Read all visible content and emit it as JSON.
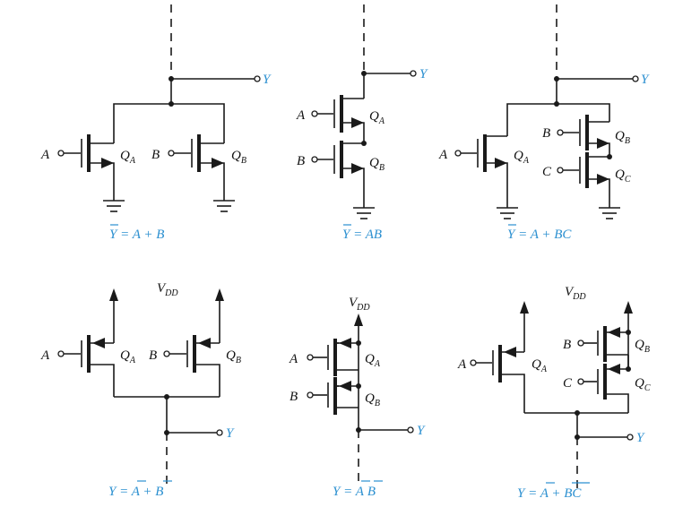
{
  "labels": {
    "A": "A",
    "B": "B",
    "C": "C",
    "Y": "Y",
    "Q": "Q",
    "sub_A": "A",
    "sub_B": "B",
    "sub_C": "C",
    "V": "V",
    "sub_DD": "DD"
  },
  "equations": {
    "c1": {
      "lhs": "Y",
      "rhs": " = A + B"
    },
    "c2": {
      "lhs": "Y",
      "rhs": " = AB"
    },
    "c3": {
      "lhs": "Y",
      "rhs": " = A + BC"
    },
    "c4": {
      "y": "Y = ",
      "a": "A",
      "plus": " + ",
      "b": "B"
    },
    "c5": {
      "y": "Y = ",
      "a": "A",
      "b": "B"
    },
    "c6": {
      "y": "Y = ",
      "a": "A",
      "plus": " + ",
      "bc": "BC"
    }
  },
  "colors": {
    "wire": "#1a1a1a",
    "equation": "#2a8fd0"
  }
}
